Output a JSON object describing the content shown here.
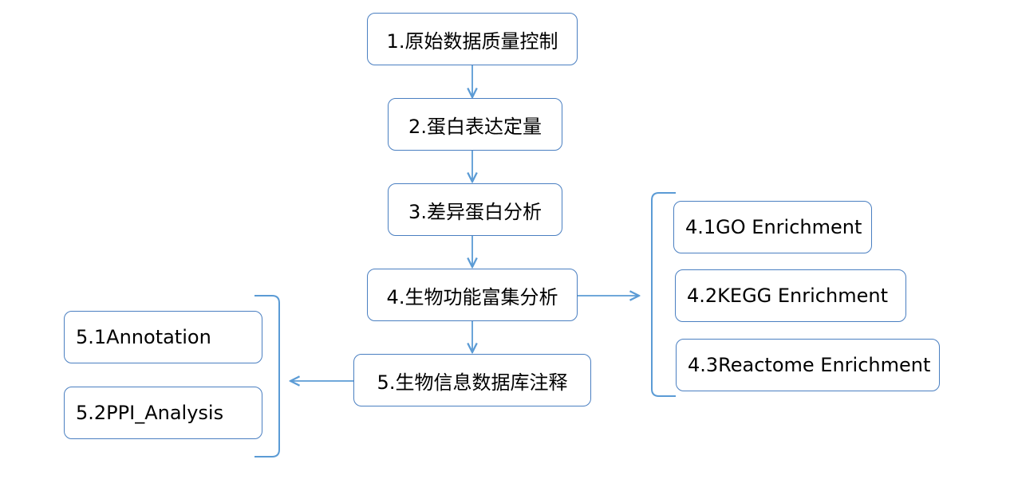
{
  "pipeline": {
    "steps": [
      "1.原始数据质量控制",
      "2.蛋白表达定量",
      "3.差异蛋白分析",
      "4.生物功能富集分析",
      "5.生物信息数据库注释"
    ]
  },
  "enrichment": {
    "items": [
      "4.1GO Enrichment",
      "4.2KEGG Enrichment",
      "4.3Reactome Enrichment"
    ]
  },
  "annotation": {
    "items": [
      "5.1Annotation",
      "5.2PPI_Analysis"
    ]
  },
  "colors": {
    "line": "#5b9bd5",
    "box_border": "#4a7fc1",
    "text": "#000000"
  }
}
